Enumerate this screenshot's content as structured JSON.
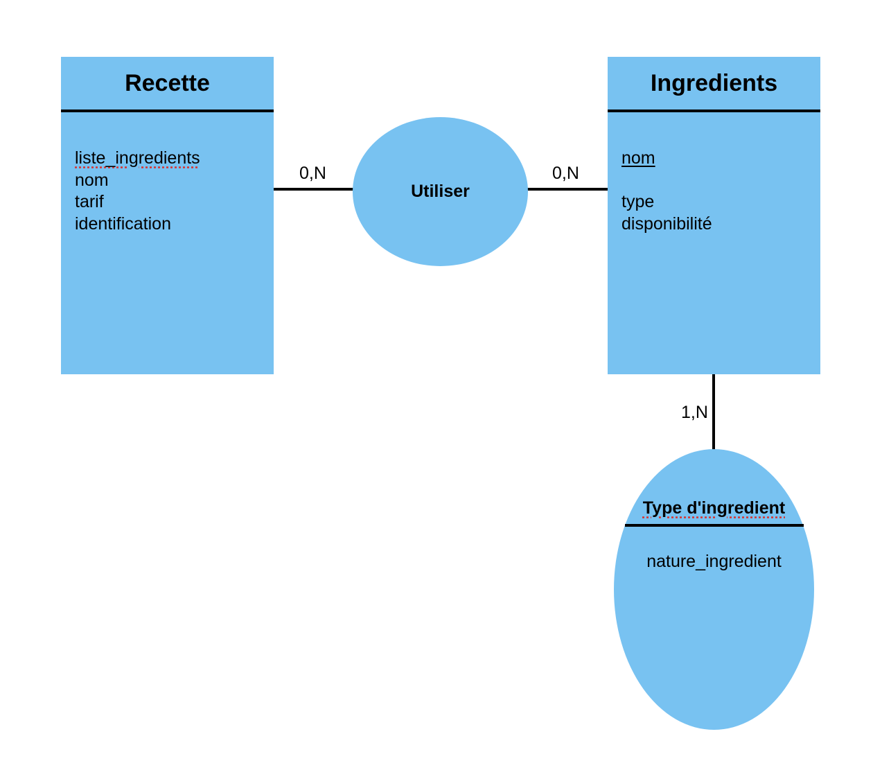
{
  "entities": {
    "recette": {
      "title": "Recette",
      "attributes": [
        "liste_ingredients",
        "nom",
        "tarif",
        "identification"
      ]
    },
    "ingredients": {
      "title": "Ingredients",
      "key_attribute": "nom",
      "attributes": [
        "type",
        "disponibilité"
      ]
    },
    "type_ingredient": {
      "title": "Type d'ingredient",
      "attributes": [
        "nature_ingredient"
      ]
    }
  },
  "relationships": {
    "utiliser": {
      "label": "Utiliser"
    }
  },
  "cardinalities": {
    "recette_utiliser": "0,N",
    "ingredients_utiliser": "0,N",
    "ingredients_type": "1,N"
  },
  "colors": {
    "fill": "#78C2F1",
    "line": "#000000",
    "spellcheck": "#d9302c"
  }
}
